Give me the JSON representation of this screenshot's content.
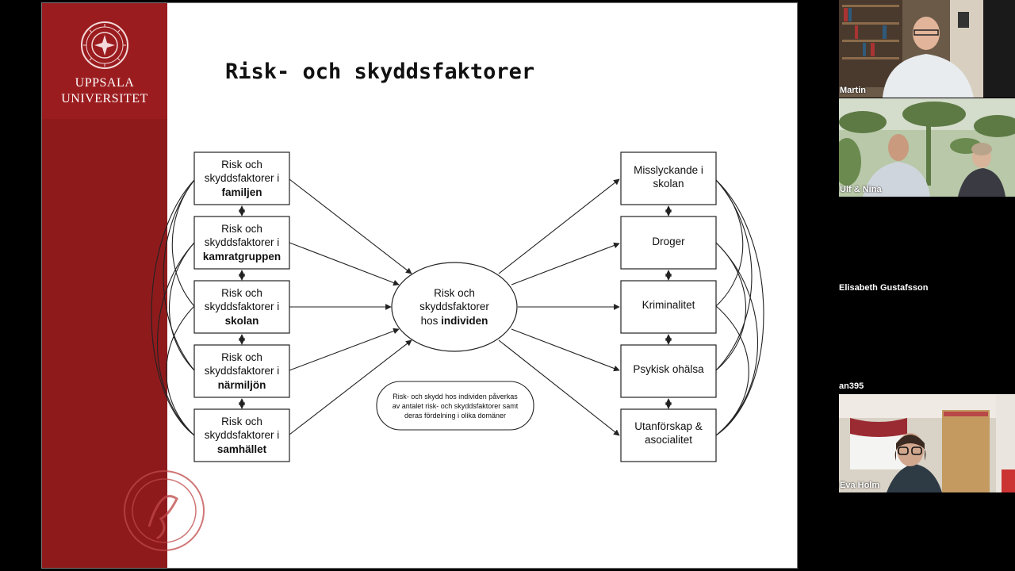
{
  "slide": {
    "title": "Risk- och skyddsfaktorer",
    "university_line1": "UPPSALA",
    "university_line2": "UNIVERSITET",
    "left_boxes": [
      {
        "line1": "Risk och",
        "line2": "skyddsfaktorer i",
        "bold": "familjen"
      },
      {
        "line1": "Risk och",
        "line2": "skyddsfaktorer i",
        "bold": "kamratgruppen"
      },
      {
        "line1": "Risk och",
        "line2": "skyddsfaktorer i",
        "bold": "skolan"
      },
      {
        "line1": "Risk och",
        "line2": "skyddsfaktorer i",
        "bold": "närmiljön"
      },
      {
        "line1": "Risk och",
        "line2": "skyddsfaktorer i",
        "bold": "samhället"
      }
    ],
    "center": {
      "line1": "Risk och",
      "line2": "skyddsfaktorer",
      "line3_prefix": "hos ",
      "line3_bold": "individen"
    },
    "right_boxes": [
      {
        "line1": "Misslyckande i",
        "line2": "skolan"
      },
      {
        "line1": "Droger",
        "line2": ""
      },
      {
        "line1": "Kriminalitet",
        "line2": ""
      },
      {
        "line1": "Psykisk ohälsa",
        "line2": ""
      },
      {
        "line1": "Utanförskap &",
        "line2": "asocialitet"
      }
    ],
    "note": {
      "line1": "Risk- och skydd hos individen påverkas",
      "line2": "av antalet risk- och skyddsfaktorer samt",
      "line3": "deras fördelning i olika domäner"
    },
    "accent_color": "#9b1c1f"
  },
  "participants": [
    {
      "name": "Martin"
    },
    {
      "name": "Ulf & Nina"
    },
    {
      "name": "Elisabeth Gustafsson"
    },
    {
      "name": "an395"
    },
    {
      "name": "Eva Holm"
    }
  ]
}
